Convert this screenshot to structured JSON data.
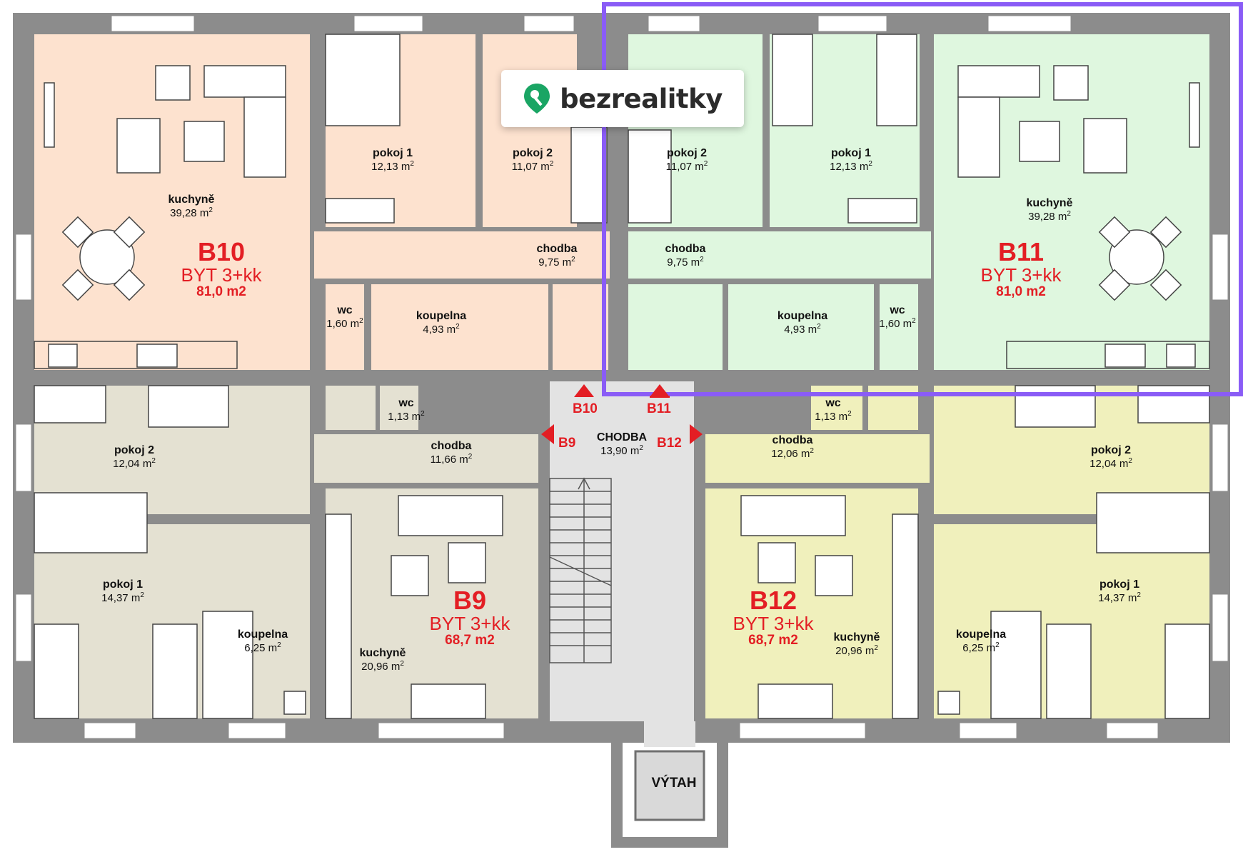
{
  "brand": {
    "name": "bezrealitky",
    "accent": "#8a5cf6",
    "logo_green": "#1aa564"
  },
  "colors": {
    "B10": "#fde2cf",
    "B11": "#dff7df",
    "B9": "#e4e1d2",
    "B12": "#f0f0bc",
    "corridor": "#e3e3e3",
    "wall": "#8c8c8c",
    "label_red": "#e31e24"
  },
  "apartments": {
    "B10": {
      "code": "B10",
      "type": "BYT 3+kk",
      "area": "81,0 m2"
    },
    "B11": {
      "code": "B11",
      "type": "BYT 3+kk",
      "area": "81,0 m2"
    },
    "B9": {
      "code": "B9",
      "type": "BYT 3+kk",
      "area": "68,7 m2"
    },
    "B12": {
      "code": "B12",
      "type": "BYT 3+kk",
      "area": "68,7 m2"
    }
  },
  "rooms": {
    "b10_kuchyne": {
      "name": "kuchyně",
      "area": "39,28 m"
    },
    "b10_pokoj1": {
      "name": "pokoj 1",
      "area": "12,13 m"
    },
    "b10_pokoj2": {
      "name": "pokoj 2",
      "area": "11,07 m"
    },
    "b10_chodba": {
      "name": "chodba",
      "area": "9,75 m"
    },
    "b10_wc": {
      "name": "wc",
      "area": "1,60 m"
    },
    "b10_koupelna": {
      "name": "koupelna",
      "area": "4,93 m"
    },
    "b11_pokoj2": {
      "name": "pokoj 2",
      "area": "11,07 m"
    },
    "b11_pokoj1": {
      "name": "pokoj 1",
      "area": "12,13 m"
    },
    "b11_kuchyne": {
      "name": "kuchyně",
      "area": "39,28 m"
    },
    "b11_chodba": {
      "name": "chodba",
      "area": "9,75 m"
    },
    "b11_koupelna": {
      "name": "koupelna",
      "area": "4,93 m"
    },
    "b11_wc": {
      "name": "wc",
      "area": "1,60 m"
    },
    "b9_pokoj2": {
      "name": "pokoj 2",
      "area": "12,04 m"
    },
    "b9_wc": {
      "name": "wc",
      "area": "1,13 m"
    },
    "b9_chodba": {
      "name": "chodba",
      "area": "11,66 m"
    },
    "b9_pokoj1": {
      "name": "pokoj 1",
      "area": "14,37 m"
    },
    "b9_koupelna": {
      "name": "koupelna",
      "area": "6,25 m"
    },
    "b9_kuchyne": {
      "name": "kuchyně",
      "area": "20,96 m"
    },
    "hall": {
      "name": "CHODBA",
      "area": "13,90 m"
    },
    "b12_wc": {
      "name": "wc",
      "area": "1,13 m"
    },
    "b12_chodba": {
      "name": "chodba",
      "area": "12,06 m"
    },
    "b12_pokoj2": {
      "name": "pokoj 2",
      "area": "12,04 m"
    },
    "b12_kuchyne": {
      "name": "kuchyně",
      "area": "20,96 m"
    },
    "b12_koupelna": {
      "name": "koupelna",
      "area": "6,25 m"
    },
    "b12_pokoj1": {
      "name": "pokoj 1",
      "area": "14,37 m"
    }
  },
  "area_exponent": "2",
  "entrances": {
    "b10": "B10",
    "b11": "B11",
    "b9": "B9",
    "b12": "B12"
  },
  "lift_label": "VÝTAH"
}
